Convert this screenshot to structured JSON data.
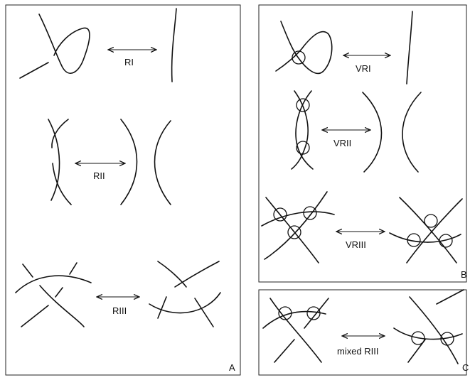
{
  "moves": {
    "ri": "RI",
    "rii": "RII",
    "riii": "RIII",
    "vri": "VRI",
    "vrii": "VRII",
    "vriii": "VRIII",
    "mixed": "mixed RIII"
  },
  "panels": {
    "a": "A",
    "b": "B",
    "c": "C"
  }
}
